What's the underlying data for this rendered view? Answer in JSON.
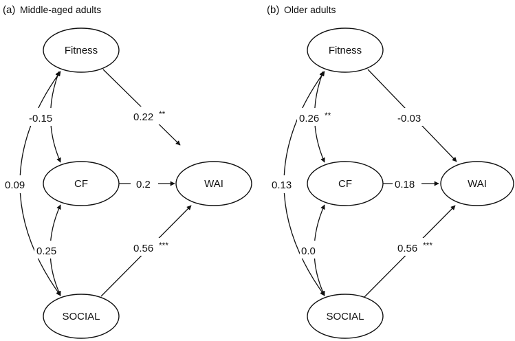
{
  "panels": [
    {
      "label": "(a)",
      "title": "Middle-aged adults",
      "nodes": {
        "fitness": "Fitness",
        "cf": "CF",
        "social": "SOCIAL",
        "wai": "WAI"
      },
      "paths": {
        "fitness_wai": {
          "value": "0.22",
          "stars": "**"
        },
        "cf_wai": {
          "value": "0.2",
          "stars": ""
        },
        "social_wai": {
          "value": "0.56",
          "stars": "***"
        },
        "fitness_cf": {
          "value": "-0.15",
          "stars": ""
        },
        "cf_social": {
          "value": "0.25",
          "stars": ""
        },
        "fitness_social": {
          "value": "0.09",
          "stars": ""
        }
      }
    },
    {
      "label": "(b)",
      "title": "Older adults",
      "nodes": {
        "fitness": "Fitness",
        "cf": "CF",
        "social": "SOCIAL",
        "wai": "WAI"
      },
      "paths": {
        "fitness_wai": {
          "value": "-0.03",
          "stars": ""
        },
        "cf_wai": {
          "value": "0.18",
          "stars": ""
        },
        "social_wai": {
          "value": "0.56",
          "stars": "***"
        },
        "fitness_cf": {
          "value": "0.26",
          "stars": "**"
        },
        "cf_social": {
          "value": "0.0",
          "stars": ""
        },
        "fitness_social": {
          "value": "0.13",
          "stars": ""
        }
      }
    }
  ]
}
